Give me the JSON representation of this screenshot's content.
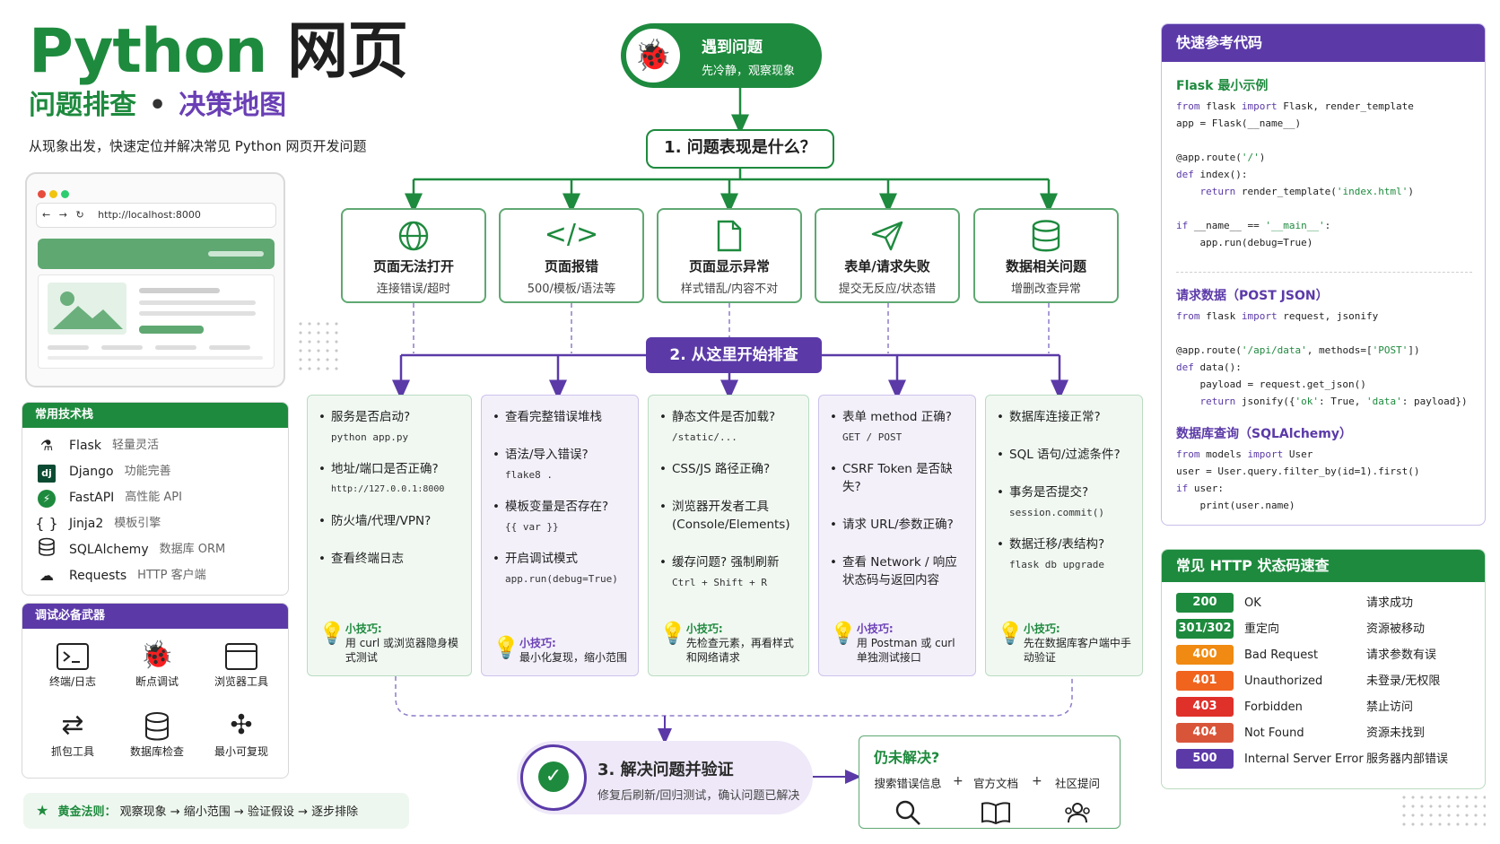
{
  "header": {
    "title_en": "Python",
    "title_zh": "网页",
    "subtitle_left": "问题排查",
    "subtitle_sep": "•",
    "subtitle_right": "决策地图",
    "description": "从现象出发，快速定位并解决常见 Python 网页开发问题"
  },
  "browser": {
    "url": "http://localhost:8000"
  },
  "tech_stack": {
    "title": "常用技术栈",
    "items": [
      {
        "icon": "flask-icon",
        "name": "Flask",
        "desc": "轻量灵活"
      },
      {
        "icon": "django-icon",
        "name": "Django",
        "desc": "功能完善"
      },
      {
        "icon": "fastapi-icon",
        "name": "FastAPI",
        "desc": "高性能 API"
      },
      {
        "icon": "jinja-icon",
        "name": "Jinja2",
        "desc": "模板引擎"
      },
      {
        "icon": "database-icon",
        "name": "SQLAlchemy",
        "desc": "数据库 ORM"
      },
      {
        "icon": "cloud-icon",
        "name": "Requests",
        "desc": "HTTP 客户端"
      }
    ]
  },
  "tools": {
    "title": "调试必备武器",
    "items": [
      {
        "icon": "terminal-icon",
        "label": "终端/日志"
      },
      {
        "icon": "bug-icon",
        "label": "断点调试"
      },
      {
        "icon": "browser-icon",
        "label": "浏览器工具"
      },
      {
        "icon": "capture-icon",
        "label": "抓包工具"
      },
      {
        "icon": "database-icon",
        "label": "数据库检查"
      },
      {
        "icon": "puzzle-icon",
        "label": "最小可复现"
      }
    ]
  },
  "golden_rule": {
    "label": "黄金法则：",
    "text": "观察现象 → 缩小范围 → 验证假设 → 逐步排除"
  },
  "flow": {
    "start": {
      "title": "遇到问题",
      "subtitle": "先冷静，观察现象"
    },
    "step1": "1. 问题表现是什么？",
    "step2": "2. 从这里开始排查",
    "categories": [
      {
        "icon": "globe-icon",
        "title": "页面无法打开",
        "desc": "连接错误/超时"
      },
      {
        "icon": "code-icon",
        "title": "页面报错",
        "desc": "500/模板/语法等"
      },
      {
        "icon": "file-icon",
        "title": "页面显示异常",
        "desc": "样式错乱/内容不对"
      },
      {
        "icon": "send-icon",
        "title": "表单/请求失败",
        "desc": "提交无反应/状态错"
      },
      {
        "icon": "database-icon",
        "title": "数据相关问题",
        "desc": "增删改查异常"
      }
    ],
    "columns": [
      {
        "items": [
          {
            "text": "服务是否启动?",
            "code": "python app.py"
          },
          {
            "text": "地址/端口是否正确?",
            "code": "http://127.0.0.1:8000"
          },
          {
            "text": "防火墙/代理/VPN?",
            "code": ""
          },
          {
            "text": "查看终端日志",
            "code": ""
          }
        ],
        "tip_label": "小技巧:",
        "tip_text": "用 curl 或浏览器隐身模式测试"
      },
      {
        "items": [
          {
            "text": "查看完整错误堆栈",
            "code": ""
          },
          {
            "text": "语法/导入错误?",
            "code": "flake8 ."
          },
          {
            "text": "模板变量是否存在?",
            "code": "{{ var }}"
          },
          {
            "text": "开启调试模式",
            "code": "app.run(debug=True)"
          }
        ],
        "tip_label": "小技巧:",
        "tip_text": "最小化复现，缩小范围"
      },
      {
        "items": [
          {
            "text": "静态文件是否加载?",
            "code": "/static/..."
          },
          {
            "text": "CSS/JS 路径正确?",
            "code": ""
          },
          {
            "text": "浏览器开发者工具 (Console/Elements)",
            "code": ""
          },
          {
            "text": "缓存问题? 强制刷新",
            "code": "Ctrl + Shift + R"
          }
        ],
        "tip_label": "小技巧:",
        "tip_text": "先检查元素，再看样式和网络请求"
      },
      {
        "items": [
          {
            "text": "表单 method 正确?",
            "code": "GET / POST"
          },
          {
            "text": "CSRF Token 是否缺失?",
            "code": ""
          },
          {
            "text": "请求 URL/参数正确?",
            "code": ""
          },
          {
            "text": "查看 Network / 响应状态码与返回内容",
            "code": ""
          }
        ],
        "tip_label": "小技巧:",
        "tip_text": "用 Postman 或 curl 单独测试接口"
      },
      {
        "items": [
          {
            "text": "数据库连接正常?",
            "code": ""
          },
          {
            "text": "SQL 语句/过滤条件?",
            "code": ""
          },
          {
            "text": "事务是否提交?",
            "code": "session.commit()"
          },
          {
            "text": "数据迁移/表结构?",
            "code": "flask db upgrade"
          }
        ],
        "tip_label": "小技巧:",
        "tip_text": "先在数据库客户端中手动验证"
      }
    ],
    "step3": {
      "title": "3. 解决问题并验证",
      "subtitle": "修复后刷新/回归测试，确认问题已解决"
    },
    "unresolved": {
      "title": "仍未解决?",
      "options": [
        {
          "icon": "search-icon",
          "label": "搜索错误信息"
        },
        {
          "icon": "book-icon",
          "label": "官方文档"
        },
        {
          "icon": "community-icon",
          "label": "社区提问"
        }
      ],
      "plus": "+"
    }
  },
  "quick_ref": {
    "title": "快速参考代码",
    "sections": [
      {
        "title": "Flask 最小示例"
      },
      {
        "title": "请求数据（POST JSON）"
      },
      {
        "title": "数据库查询（SQLAlchemy）"
      }
    ]
  },
  "http_codes": {
    "title": "常见 HTTP 状态码速查",
    "rows": [
      {
        "code": "200",
        "name": "OK",
        "desc": "请求成功",
        "color": "#1e8a3e"
      },
      {
        "code": "301/302",
        "name": "重定向",
        "desc": "资源被移动",
        "color": "#1e8a3e"
      },
      {
        "code": "400",
        "name": "Bad Request",
        "desc": "请求参数有误",
        "color": "#f08a12"
      },
      {
        "code": "401",
        "name": "Unauthorized",
        "desc": "未登录/无权限",
        "color": "#f0641e"
      },
      {
        "code": "403",
        "name": "Forbidden",
        "desc": "禁止访问",
        "color": "#e0302a"
      },
      {
        "code": "404",
        "name": "Not Found",
        "desc": "资源未找到",
        "color": "#d9553a"
      },
      {
        "code": "500",
        "name": "Internal Server Error",
        "desc": "服务器内部错误",
        "color": "#5b3aa8"
      }
    ]
  },
  "colors": {
    "green": "#1e8a3e",
    "purple": "#5b3aa8"
  }
}
